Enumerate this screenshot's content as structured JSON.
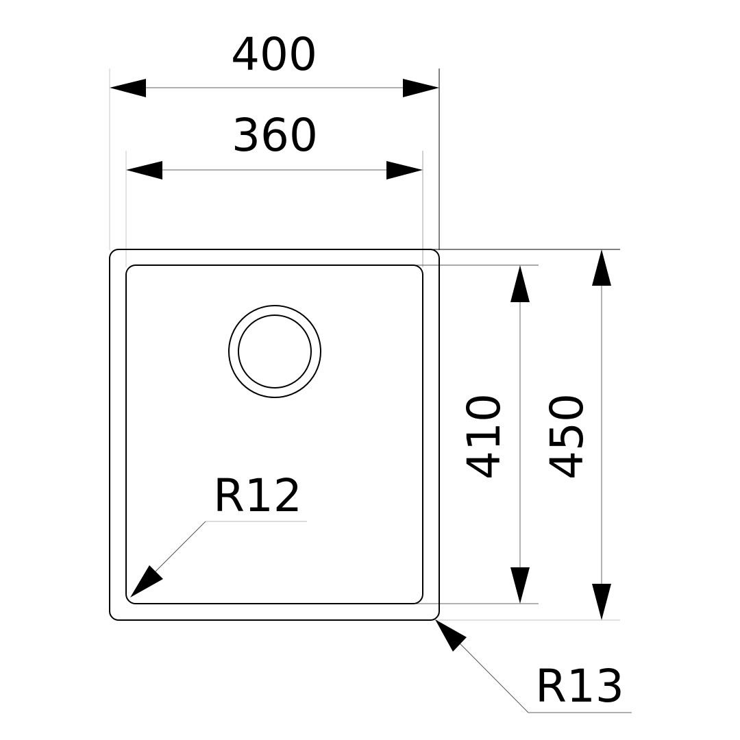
{
  "diagram": {
    "type": "technical-drawing",
    "subject": "single-bowl sink dimension drawing",
    "colors": {
      "stroke": "#000000",
      "ext_line": "#d0d0d0",
      "dim_line": "#808080",
      "background": "#ffffff"
    },
    "dimensions": {
      "outer_width": {
        "label": "400",
        "value": 400,
        "unit": "mm"
      },
      "inner_width": {
        "label": "360",
        "value": 360,
        "unit": "mm"
      },
      "inner_height": {
        "label": "410",
        "value": 410,
        "unit": "mm"
      },
      "outer_height": {
        "label": "450",
        "value": 450,
        "unit": "mm"
      },
      "inner_radius": {
        "label": "R12",
        "value": 12,
        "unit": "mm"
      },
      "outer_radius": {
        "label": "R13",
        "value": 13,
        "unit": "mm"
      }
    },
    "features": [
      "outer-rim",
      "inner-bowl",
      "drain-hole"
    ]
  }
}
